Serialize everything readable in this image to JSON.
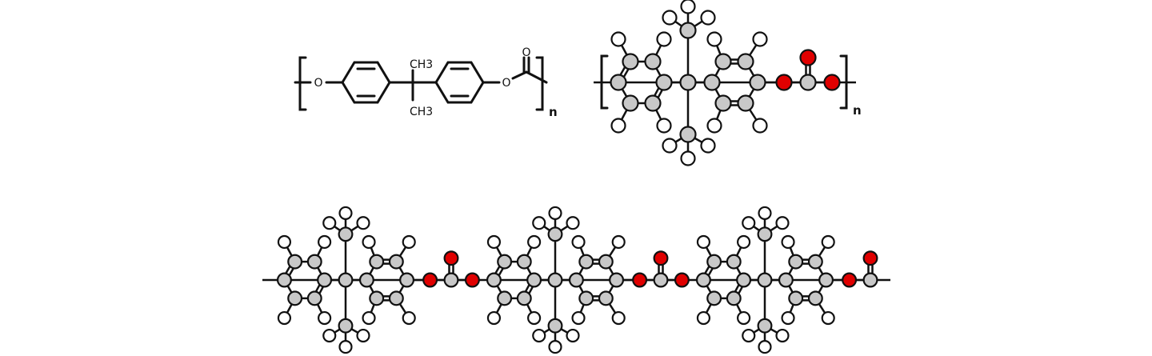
{
  "skeletal": {
    "oxygen_left": "O",
    "oxygen_right": "O",
    "oxygen_carbonyl": "O",
    "methyl_top": "CH3",
    "methyl_bottom": "CH3",
    "repeat_subscript": "n"
  },
  "ball_and_stick": {
    "repeat_subscript": "n"
  },
  "colors": {
    "carbon": "#c8c8c8",
    "hydrogen": "#ffffff",
    "oxygen": "#e00000",
    "bond": "#111111"
  }
}
